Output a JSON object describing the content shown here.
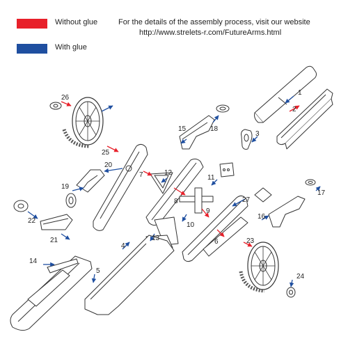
{
  "legend": {
    "without_glue": {
      "label": "Without glue",
      "color": "#e8202a"
    },
    "with_glue": {
      "label": "With glue",
      "color": "#1f4fa0"
    }
  },
  "header": {
    "line1": "For the details of the assembly process, visit our website",
    "line2": "http://www.strelets-r.com/FutureArms.html"
  },
  "part_numbers": [
    "1",
    "2",
    "3",
    "4",
    "5",
    "6",
    "7",
    "8",
    "9",
    "10",
    "11",
    "12",
    "13",
    "14",
    "15",
    "16",
    "17",
    "18",
    "19",
    "20",
    "21",
    "22",
    "23",
    "24",
    "25",
    "26",
    "27"
  ],
  "arrow_colors": {
    "red": "#e8202a",
    "blue": "#1f4fa0"
  },
  "line_color": "#333333"
}
